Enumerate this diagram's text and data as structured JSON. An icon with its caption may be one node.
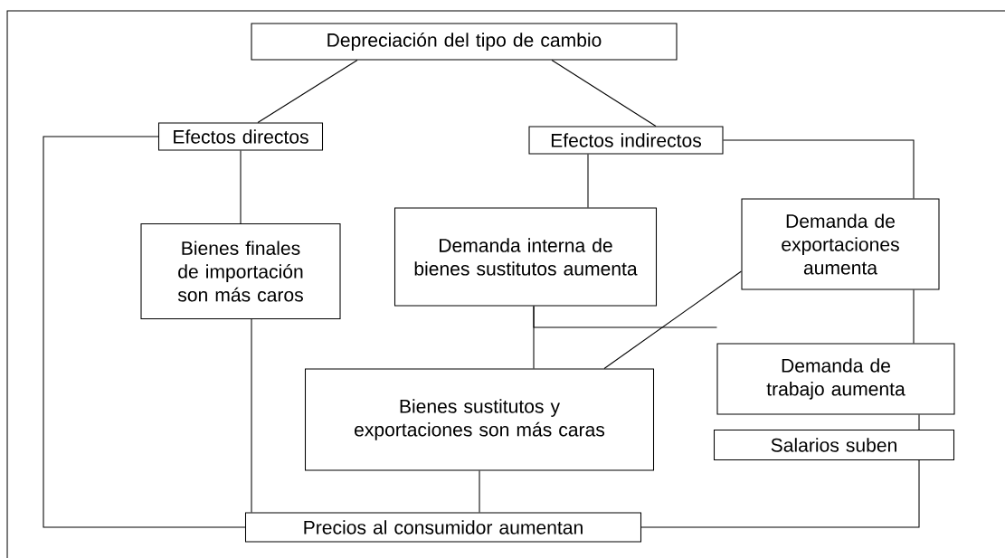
{
  "diagram": {
    "nodes": [
      {
        "text": [
          "Depreciación del tipo de cambio"
        ]
      },
      {
        "text": [
          "Efectos directos"
        ]
      },
      {
        "text": [
          "Efectos indirectos"
        ]
      },
      {
        "text": [
          "Bienes finales de importación son más caros"
        ]
      },
      {
        "text": [
          "Demanda interna de bienes sustitutos aumenta"
        ]
      },
      {
        "text": [
          "Demanda de exportaciones aumenta"
        ]
      },
      {
        "text": [
          "Bienes sustitutos y exportaciones son más caras"
        ]
      },
      {
        "text": [
          "Demanda de trabajo aumenta"
        ]
      },
      {
        "text": [
          "Salarios suben"
        ]
      },
      {
        "text": [
          "Precios al consumidor aumentan"
        ]
      }
    ],
    "edges": [
      {
        "from": 0,
        "to": 1,
        "arrow": "none"
      },
      {
        "from": 0,
        "to": 2,
        "arrow": "none"
      },
      {
        "from": 1,
        "to": 3,
        "arrow": "none"
      },
      {
        "from": 2,
        "to": 4,
        "arrow": "none"
      },
      {
        "from": 2,
        "to": 5,
        "arrow": "none"
      },
      {
        "from": 4,
        "to": 6,
        "arrow": "none"
      },
      {
        "from": 4,
        "to": 7,
        "arrow": "none"
      },
      {
        "from": 5,
        "to": 6,
        "arrow": "none"
      },
      {
        "from": 5,
        "to": 7,
        "arrow": "none"
      },
      {
        "from": 7,
        "to": 8,
        "arrow": "none"
      },
      {
        "from": 1,
        "to": 9,
        "arrow": "none"
      },
      {
        "from": 3,
        "to": 9,
        "arrow": "none"
      },
      {
        "from": 6,
        "to": 9,
        "arrow": "none"
      },
      {
        "from": 8,
        "to": 9,
        "arrow": "none"
      }
    ]
  }
}
